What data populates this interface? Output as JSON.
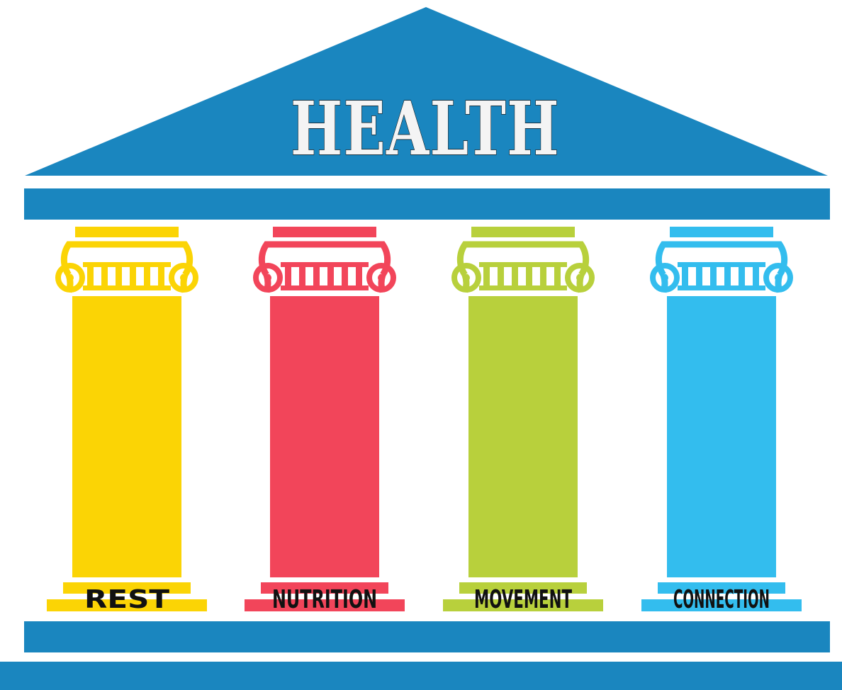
{
  "title": "HEALTH",
  "colors": {
    "roof": "#1a86bf",
    "beam": "#1a86bf",
    "background": "#ffffff",
    "title_text": "#f4f4f4",
    "label_text": "#111111"
  },
  "pillars": [
    {
      "label": "REST",
      "color": "#fbd405",
      "icon": "ionic-column-icon"
    },
    {
      "label": "NUTRITION",
      "color": "#f2455a",
      "icon": "ionic-column-icon"
    },
    {
      "label": "MOVEMENT",
      "color": "#b8d03c",
      "icon": "ionic-column-icon"
    },
    {
      "label": "CONNECTION",
      "color": "#33bdee",
      "icon": "ionic-column-icon"
    }
  ]
}
